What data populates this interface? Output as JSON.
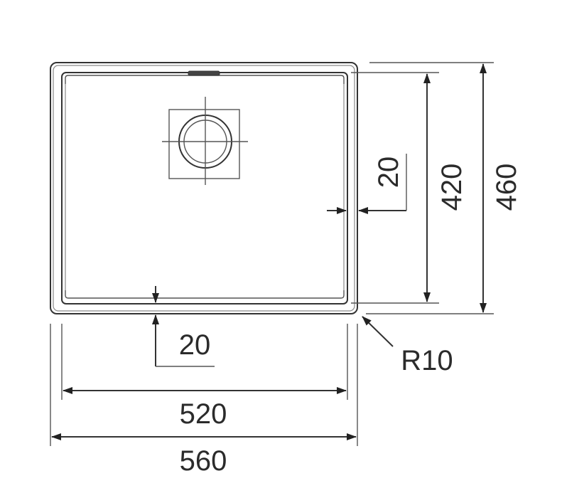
{
  "diagram": {
    "colors": {
      "line": "#333333",
      "text": "#2b2b2b",
      "background": "#ffffff"
    },
    "dimensions": {
      "inner_width": "520",
      "outer_width": "560",
      "inner_depth": "420",
      "outer_depth": "460",
      "rim_bottom": "20",
      "rim_side": "20",
      "corner_radius": "R10"
    }
  }
}
